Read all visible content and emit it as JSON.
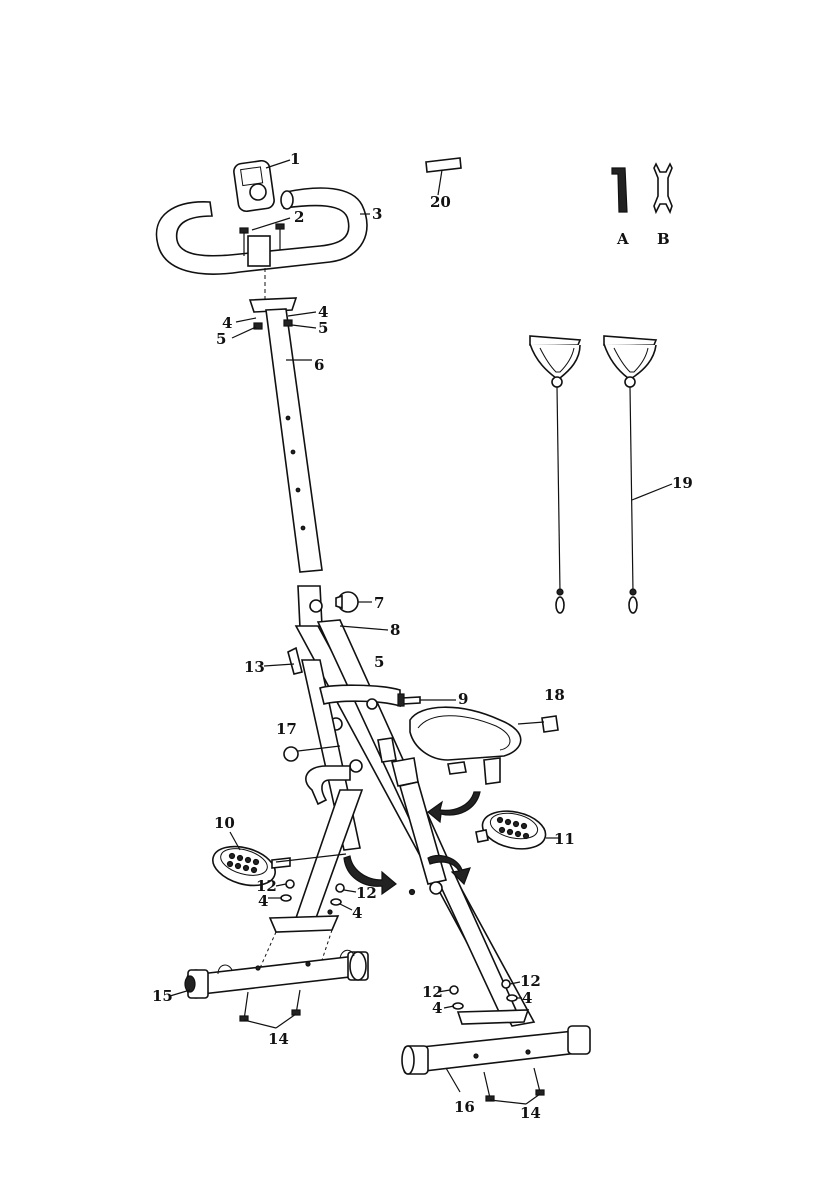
{
  "callouts": {
    "c1": "1",
    "c2": "2",
    "c3": "3",
    "c4a": "4",
    "c4b": "4",
    "c4c": "4",
    "c4d": "4",
    "c4e": "4",
    "c4f": "4",
    "c5a": "5",
    "c5b": "5",
    "c5c": "5",
    "c6": "6",
    "c7": "7",
    "c8": "8",
    "c9": "9",
    "c10": "10",
    "c11": "11",
    "c12a": "12",
    "c12b": "12",
    "c12c": "12",
    "c12d": "12",
    "c13": "13",
    "c14a": "14",
    "c14b": "14",
    "c15": "15",
    "c16": "16",
    "c17": "17",
    "c18": "18",
    "c19": "19",
    "c20": "20"
  },
  "tools": {
    "a": "A",
    "b": "B"
  },
  "icons": {
    "tool_a": "allen-key-icon",
    "tool_b": "wrench-icon"
  }
}
